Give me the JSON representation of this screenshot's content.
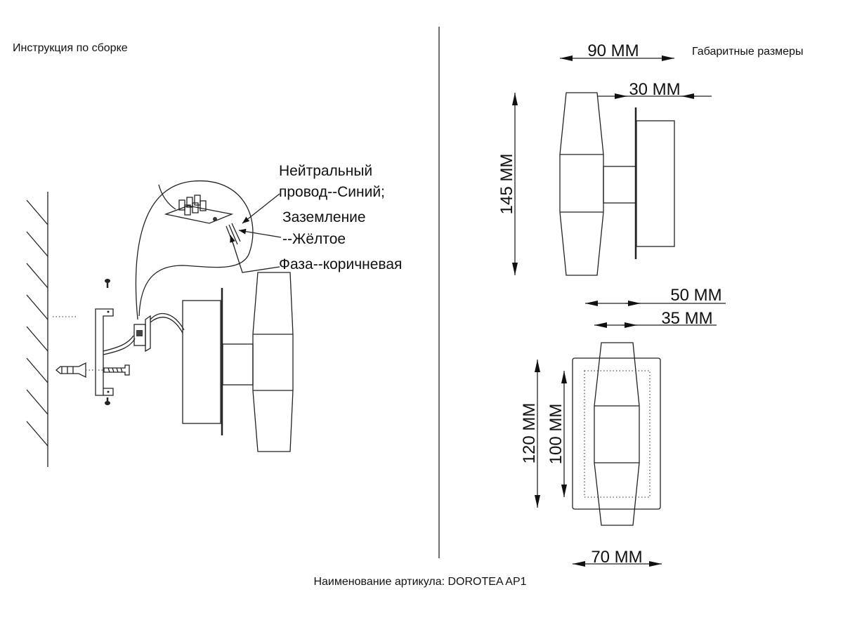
{
  "header": {
    "assembly_title": "Инструкция по сборке",
    "dimensions_title": "Габаритные размеры"
  },
  "wiring_labels": {
    "neutral_line1": "Нейтральный",
    "neutral_line2": "провод--Синий;",
    "ground_line1": "Заземление",
    "ground_line2": "--Жёлтое",
    "phase": "Фаза--коричневая"
  },
  "dimensions": {
    "side_width": "90 MM",
    "plate_depth": "30 MM",
    "side_height": "145 MM",
    "front_depth_total": "50 MM",
    "front_depth_inner": "35 MM",
    "front_height_plate": "120 MM",
    "front_height_inner": "100 MM",
    "front_width": "70 MM"
  },
  "footer": {
    "article_name": "Наименование артикула: DOROTEA AP1"
  }
}
